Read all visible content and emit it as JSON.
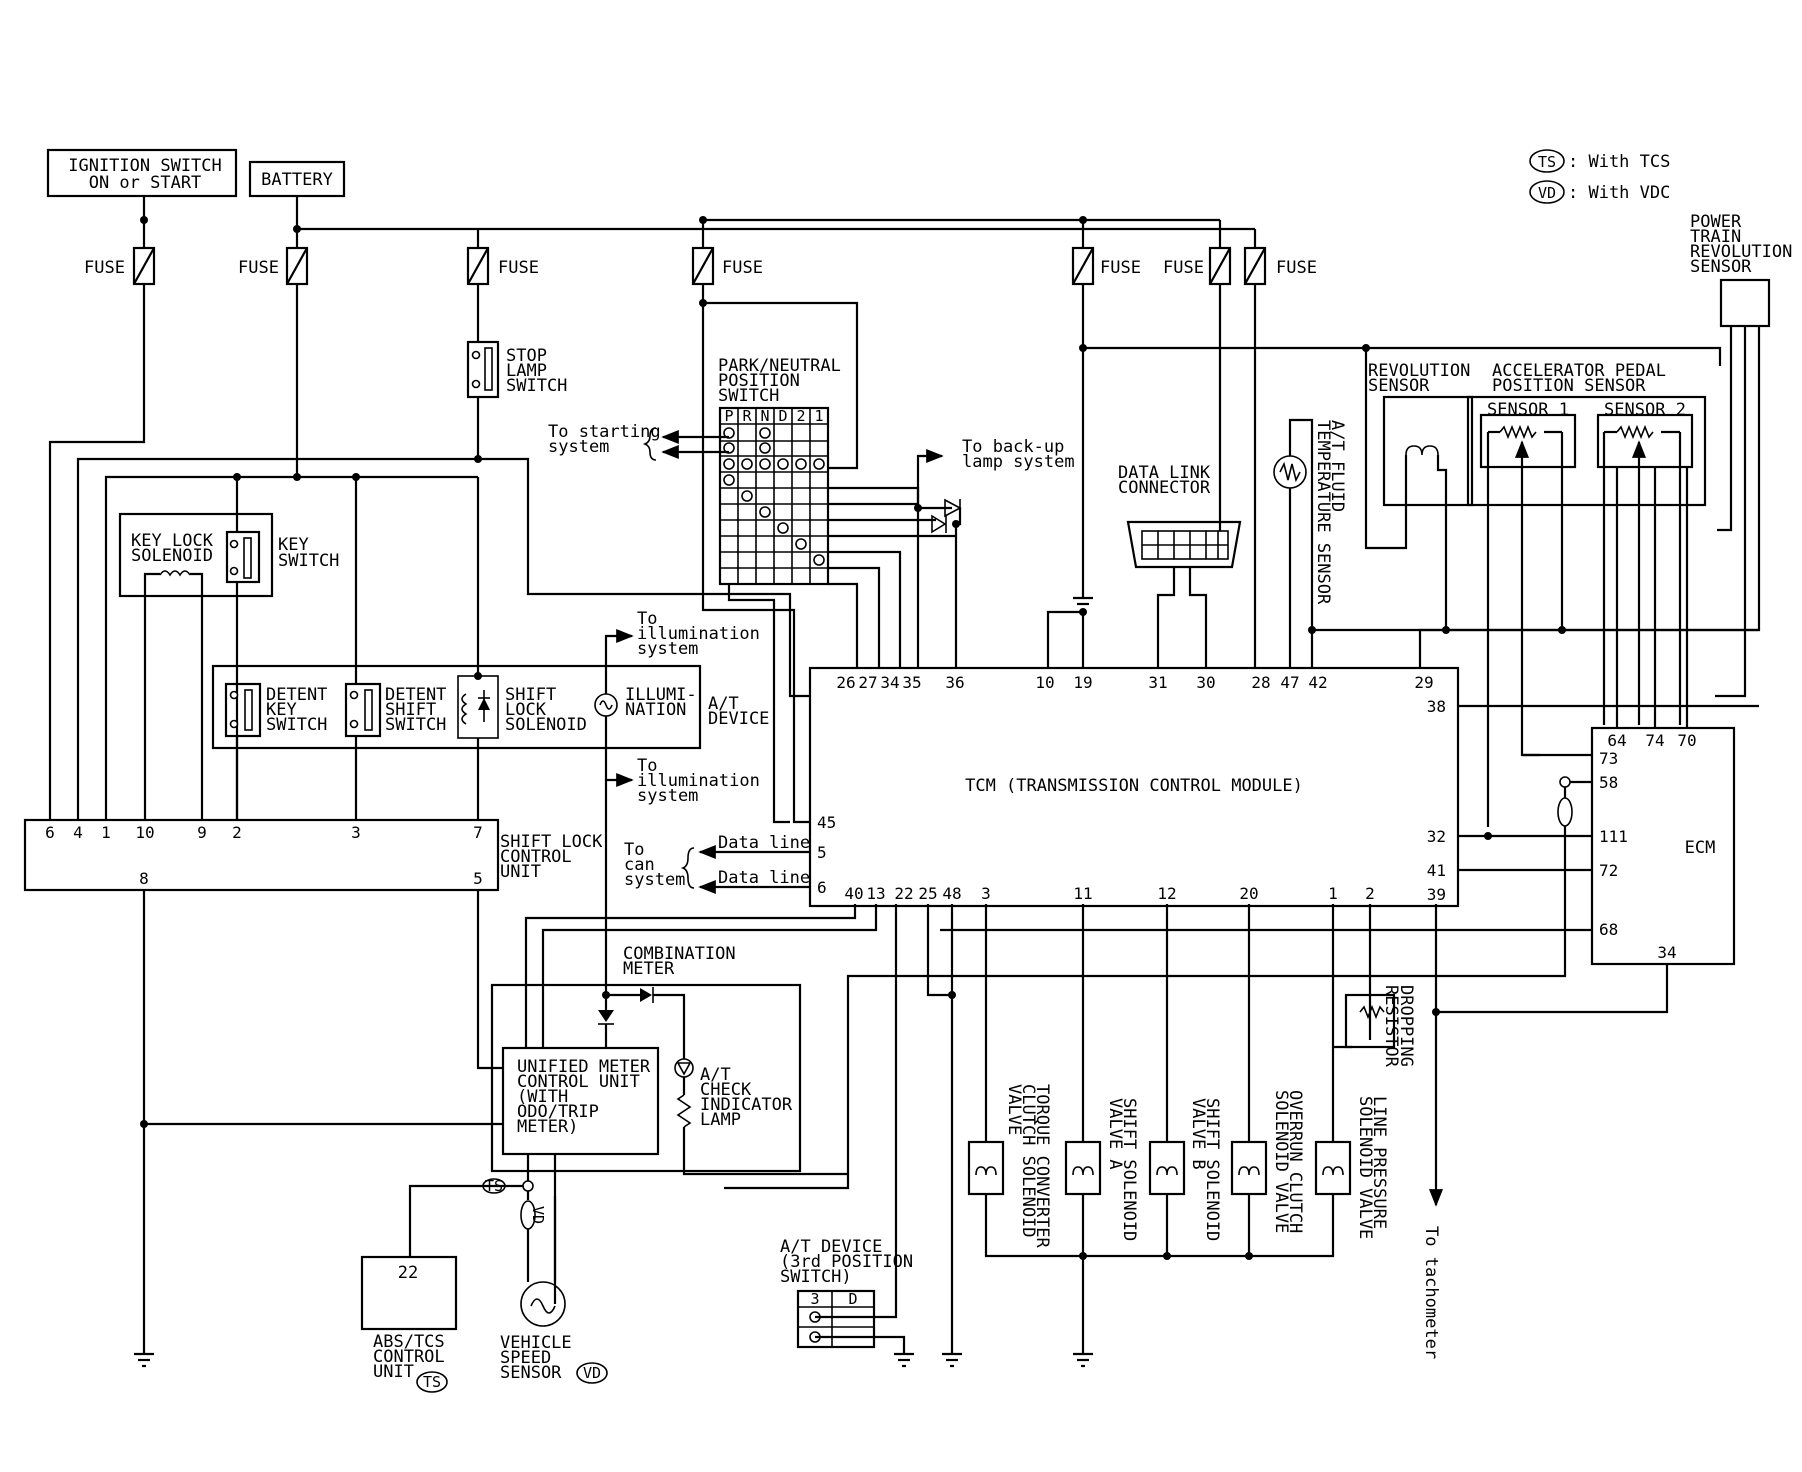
{
  "legend": {
    "ts_abbr": "TS",
    "ts_text": ": With TCS",
    "vd_abbr": "VD",
    "vd_text": ": With VDC"
  },
  "sources": {
    "ignition_l1": "IGNITION SWITCH",
    "ignition_l2": "ON or START",
    "battery": "BATTERY"
  },
  "fuse_label": "FUSE",
  "ptrs": [
    "POWER",
    "TRAIN",
    "REVOLUTION",
    "SENSOR"
  ],
  "stop_lamp": [
    "STOP",
    "LAMP",
    "SWITCH"
  ],
  "pnp": {
    "title": [
      "PARK/NEUTRAL",
      "POSITION",
      "SWITCH"
    ],
    "cols": [
      "P",
      "R",
      "N",
      "D",
      "2",
      "1"
    ],
    "to_starting": [
      "To starting",
      "system"
    ],
    "to_backup": [
      "To back-up",
      "lamp system"
    ]
  },
  "revolution_sensor": [
    "REVOLUTION",
    "SENSOR"
  ],
  "apps": {
    "title": [
      "ACCELERATOR PEDAL",
      "POSITION SENSOR"
    ],
    "s1": "SENSOR 1",
    "s2": "SENSOR 2"
  },
  "data_link": [
    "DATA LINK",
    "CONNECTOR"
  ],
  "fluid_temp": [
    "A/T FLUID",
    "TEMPERATURE SENSOR"
  ],
  "key_lock": [
    "KEY LOCK",
    "SOLENOID"
  ],
  "key_switch": [
    "KEY",
    "SWITCH"
  ],
  "at_device": {
    "detent_key": [
      "DETENT",
      "KEY",
      "SWITCH"
    ],
    "detent_shift": [
      "DETENT",
      "SHIFT",
      "SWITCH"
    ],
    "shift_lock": [
      "SHIFT",
      "LOCK",
      "SOLENOID"
    ],
    "illum": [
      "ILLUMI-",
      "NATION"
    ],
    "label": [
      "A/T",
      "DEVICE"
    ]
  },
  "to_illum": [
    "To",
    "illumination",
    "system"
  ],
  "tcm": {
    "name": "TCM (TRANSMISSION CONTROL MODULE)",
    "top_pins": [
      "26",
      "27",
      "34",
      "35",
      "36",
      "10",
      "19",
      "31",
      "30",
      "28",
      "47",
      "42",
      "29"
    ],
    "right_pins": [
      "38",
      "32",
      "41",
      "39"
    ],
    "left_pins": [
      "45",
      "5",
      "6"
    ],
    "bottom_pins": [
      "40",
      "13",
      "22",
      "25",
      "48",
      "3",
      "11",
      "12",
      "20",
      "1",
      "2"
    ]
  },
  "data_line": "Data line",
  "to_can": [
    "To",
    "can",
    "system"
  ],
  "ecm": {
    "name": "ECM",
    "top_pins": [
      "64",
      "74",
      "70"
    ],
    "left_pins": [
      "73",
      "58",
      "111",
      "72",
      "68"
    ],
    "bottom_pin": "34"
  },
  "slcu": {
    "name": [
      "SHIFT LOCK",
      "CONTROL",
      "UNIT"
    ],
    "top_pins": [
      "6",
      "4",
      "1",
      "10",
      "9",
      "2",
      "3",
      "7"
    ],
    "bottom_pins": [
      "8",
      "5"
    ]
  },
  "combination_meter": [
    "COMBINATION",
    "METER"
  ],
  "unified_meter": [
    "UNIFIED METER",
    "CONTROL UNIT",
    "(WITH",
    "ODO/TRIP",
    "METER)"
  ],
  "check_lamp": [
    "A/T",
    "CHECK",
    "INDICATOR",
    "LAMP"
  ],
  "abs": {
    "pin": "22",
    "name": [
      "ABS/TCS",
      "CONTROL",
      "UNIT"
    ]
  },
  "vss": [
    "VEHICLE",
    "SPEED",
    "SENSOR"
  ],
  "at_device_3rd": {
    "name": [
      "A/T DEVICE",
      "(3rd POSITION",
      "SWITCH)"
    ],
    "cols": [
      "3",
      "D"
    ]
  },
  "solenoids": {
    "tcc": [
      "TORQUE CONVERTER",
      "CLUTCH SOLENOID",
      "VALVE"
    ],
    "ssa": [
      "SHIFT SOLENOID",
      "VALVE A"
    ],
    "ssb": [
      "SHIFT SOLENOID",
      "VALVE B"
    ],
    "occ": [
      "OVERRUN CLUTCH",
      "SOLENOID VALVE"
    ],
    "lp": [
      "LINE PRESSURE",
      "SOLENOID VALVE"
    ]
  },
  "dropping_resistor": [
    "DROPPING",
    "RESISTOR"
  ],
  "to_tach": "To tachometer"
}
